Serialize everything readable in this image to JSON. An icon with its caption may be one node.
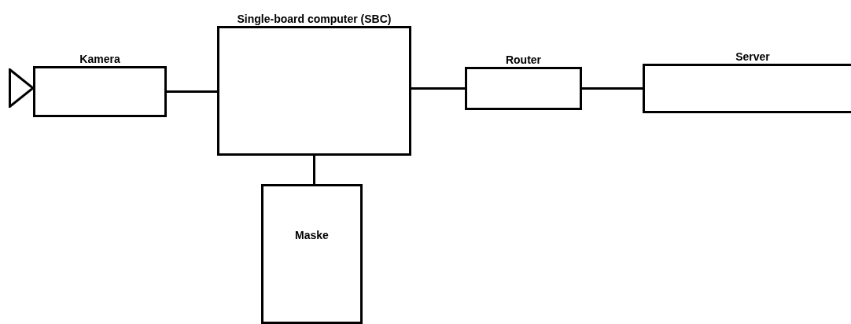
{
  "diagram": {
    "nodes": [
      {
        "text": [
          "Kamera"
        ]
      },
      {
        "text": [
          "Single-board computer (SBC)"
        ]
      },
      {
        "text": [
          "Router"
        ]
      },
      {
        "text": [
          "Server"
        ]
      },
      {
        "text": [
          "Maske"
        ]
      }
    ],
    "edges": [
      {
        "from": 0,
        "to": 1,
        "arrow": "none"
      },
      {
        "from": 1,
        "to": 2,
        "arrow": "none"
      },
      {
        "from": 2,
        "to": 3,
        "arrow": "none"
      },
      {
        "from": 1,
        "to": 4,
        "arrow": "none"
      }
    ]
  }
}
